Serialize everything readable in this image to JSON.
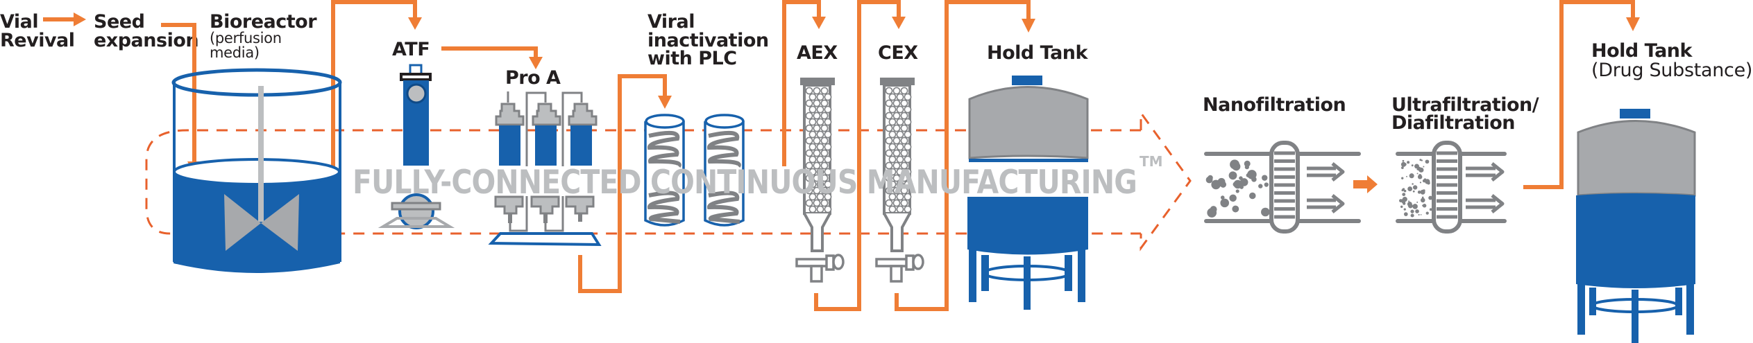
{
  "title": "Fully-Connected Continuous Manufacturing process diagram",
  "banner": {
    "text": "FULLY-CONNECTED CONTINUOUS MANUFACTURING",
    "trademark": "TM"
  },
  "steps": [
    {
      "id": "vial-revival",
      "lines": [
        "Vial",
        "Revival"
      ]
    },
    {
      "id": "seed-expansion",
      "lines": [
        "Seed",
        "expansion"
      ]
    },
    {
      "id": "bioreactor",
      "lines": [
        "Bioreactor"
      ],
      "note": [
        "(perfusion",
        "media)"
      ]
    },
    {
      "id": "atf",
      "lines": [
        "ATF"
      ]
    },
    {
      "id": "pro-a",
      "lines": [
        "Pro A"
      ]
    },
    {
      "id": "viral-inactivation",
      "lines": [
        "Viral",
        "inactivation",
        "with PLC"
      ]
    },
    {
      "id": "aex",
      "lines": [
        "AEX"
      ]
    },
    {
      "id": "cex",
      "lines": [
        "CEX"
      ]
    },
    {
      "id": "hold-tank",
      "lines": [
        "Hold Tank"
      ]
    },
    {
      "id": "nanofiltration",
      "lines": [
        "Nanofiltration"
      ]
    },
    {
      "id": "ultrafiltration-diafiltration",
      "lines": [
        "Ultrafiltration/",
        "Diafiltration"
      ]
    },
    {
      "id": "hold-tank-drug-substance",
      "lines": [
        "Hold Tank"
      ],
      "note": [
        "(Drug Substance)"
      ]
    }
  ],
  "colors": {
    "flow_arrow": "#ef7d35",
    "dashed_outline": "#e8612c",
    "equipment_blue": "#1761ac",
    "equipment_grey": "#a7a9ac",
    "equipment_dark_grey": "#808285",
    "banner_text": "#bcbec0",
    "label_text": "#231f20"
  }
}
